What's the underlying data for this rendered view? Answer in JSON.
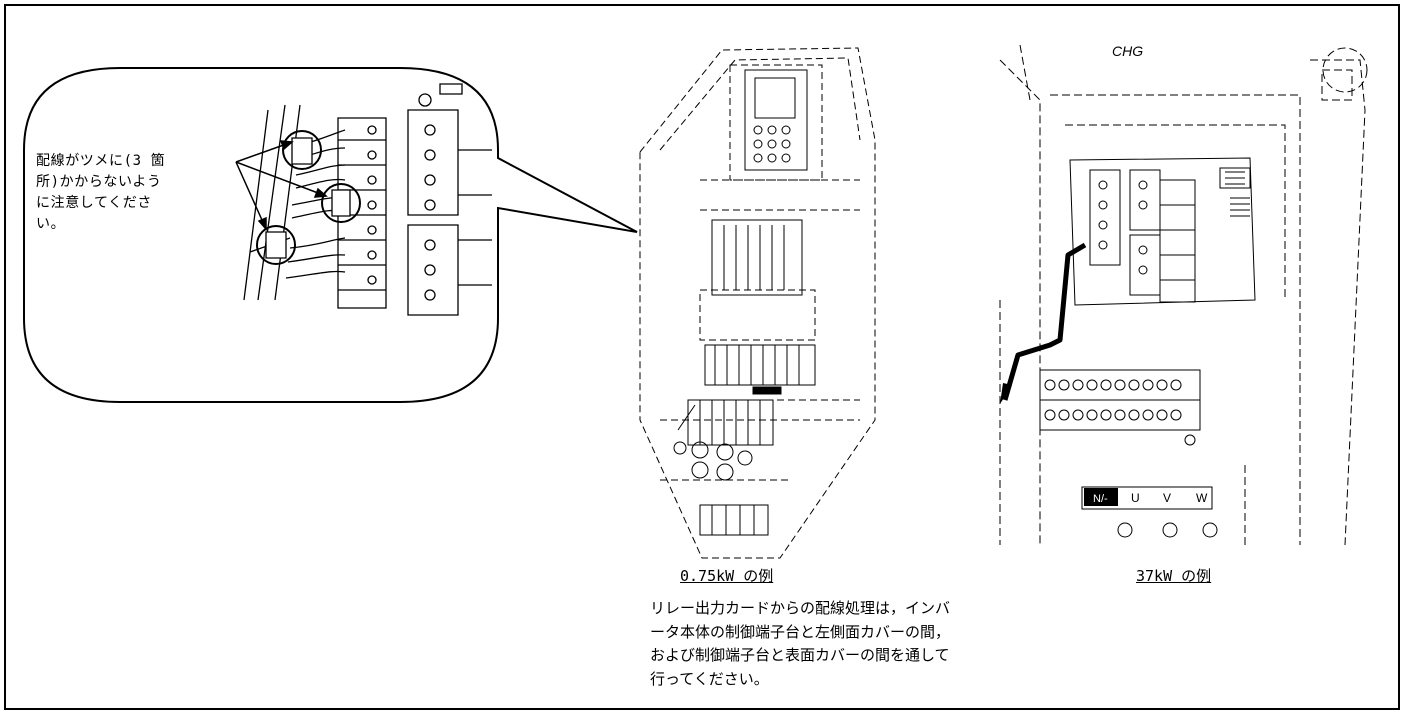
{
  "callout": {
    "text": "配線がツメに(3 箇\n所)かからないよう\nに注意してくださ\nい。"
  },
  "figures": {
    "small_caption": "0.75kW の例",
    "large_caption": "37kW の例",
    "large_label_chg": "CHG",
    "large_terminal_labels": [
      "N/-",
      "U",
      "V",
      "W"
    ]
  },
  "note": {
    "text": "リレー出力カードからの配線処理は，インバ\nータ本体の制御端子台と左側面カバーの間，\nおよび制御端子台と表面カバーの間を通して\n行ってください。"
  }
}
